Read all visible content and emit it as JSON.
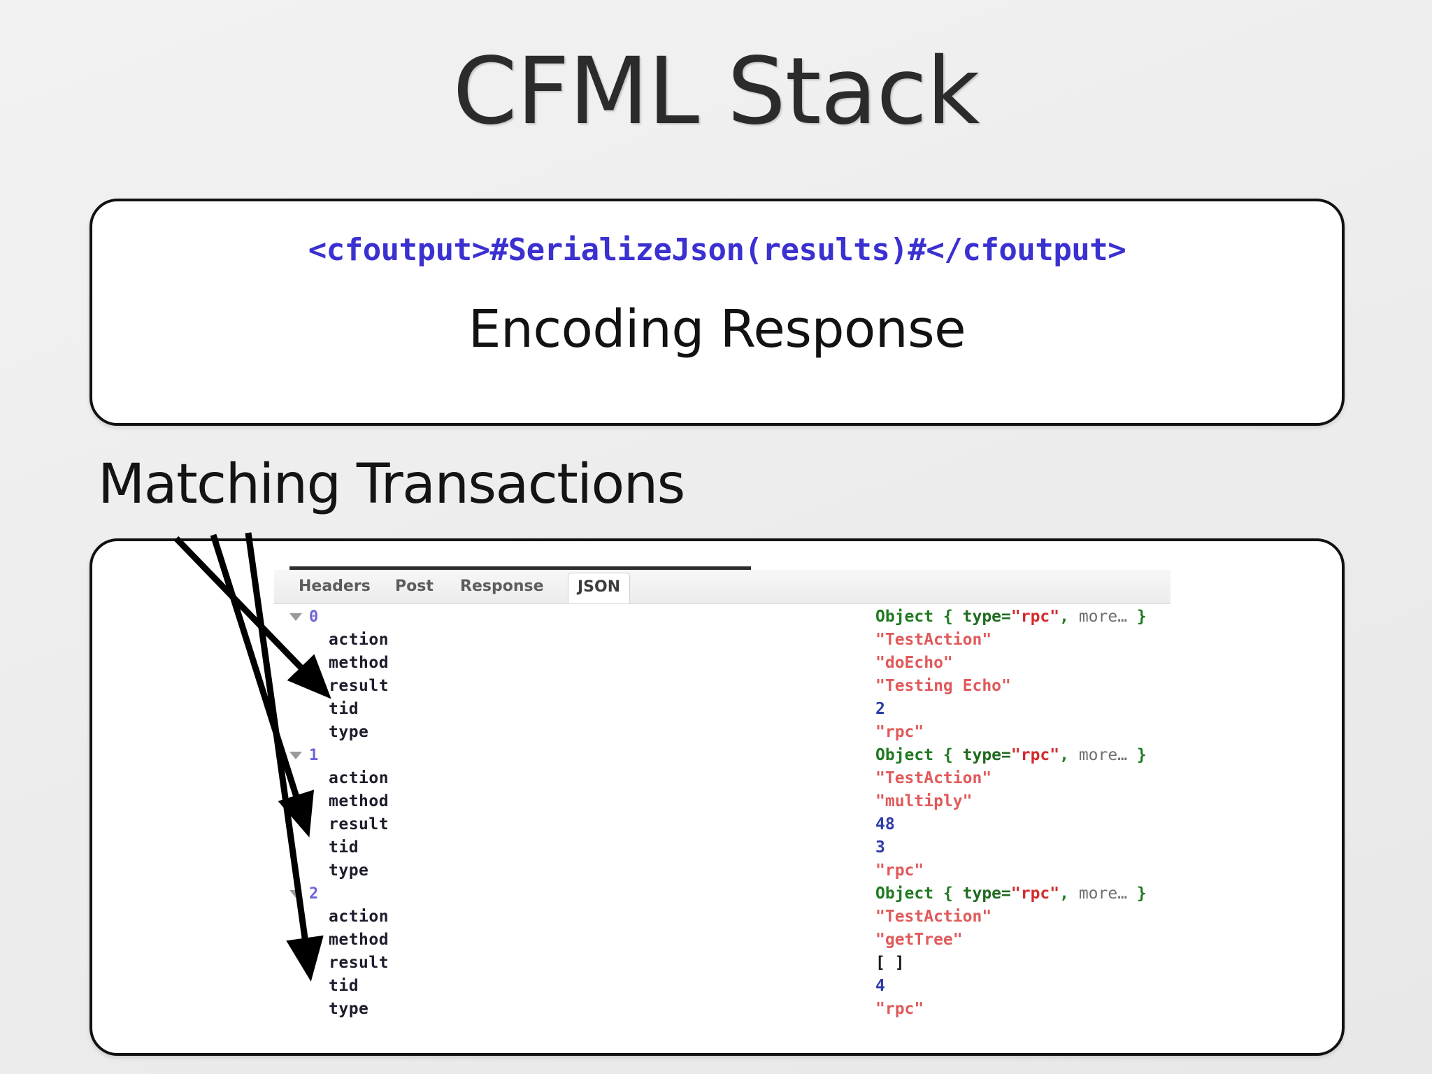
{
  "slide": {
    "title": "CFML Stack",
    "background_color": "#efefef"
  },
  "code_panel": {
    "code": "<cfoutput>#SerializeJson(results)#</cfoutput>",
    "code_color": "#3b30d0",
    "caption": "Encoding Response"
  },
  "section_label": "Matching Transactions",
  "capture": {
    "tabs": [
      {
        "label": "Headers",
        "active": false
      },
      {
        "label": "Post",
        "active": false
      },
      {
        "label": "Response",
        "active": false
      },
      {
        "label": "JSON",
        "active": true
      }
    ],
    "json_tree": [
      {
        "index": "0",
        "value": {
          "kind": "object",
          "prefix": "Object {",
          "key": "type=",
          "string": "\"rpc\"",
          "comma": ",",
          "more": "more…",
          "suffix": "}"
        },
        "rows": [
          {
            "key": "action",
            "value": "\"TestAction\"",
            "kind": "string"
          },
          {
            "key": "method",
            "value": "\"doEcho\"",
            "kind": "string"
          },
          {
            "key": "result",
            "value": "\"Testing Echo\"",
            "kind": "string"
          },
          {
            "key": "tid",
            "value": "2",
            "kind": "number"
          },
          {
            "key": "type",
            "value": "\"rpc\"",
            "kind": "string"
          }
        ]
      },
      {
        "index": "1",
        "value": {
          "kind": "object",
          "prefix": "Object {",
          "key": "type=",
          "string": "\"rpc\"",
          "comma": ",",
          "more": "more…",
          "suffix": "}"
        },
        "rows": [
          {
            "key": "action",
            "value": "\"TestAction\"",
            "kind": "string"
          },
          {
            "key": "method",
            "value": "\"multiply\"",
            "kind": "string"
          },
          {
            "key": "result",
            "value": "48",
            "kind": "number"
          },
          {
            "key": "tid",
            "value": "3",
            "kind": "number"
          },
          {
            "key": "type",
            "value": "\"rpc\"",
            "kind": "string"
          }
        ]
      },
      {
        "index": "2",
        "value": {
          "kind": "object",
          "prefix": "Object {",
          "key": "type=",
          "string": "\"rpc\"",
          "comma": ",",
          "more": "more…",
          "suffix": "}"
        },
        "rows": [
          {
            "key": "action",
            "value": "\"TestAction\"",
            "kind": "string"
          },
          {
            "key": "method",
            "value": "\"getTree\"",
            "kind": "string"
          },
          {
            "key": "result",
            "value": "[ ]",
            "kind": "array"
          },
          {
            "key": "tid",
            "value": "4",
            "kind": "number"
          },
          {
            "key": "type",
            "value": "\"rpc\"",
            "kind": "string"
          }
        ]
      }
    ]
  },
  "annotations": {
    "arrow_color": "#000000",
    "arrow_count": 3,
    "arrow_targets": [
      "result",
      "result",
      "result"
    ]
  }
}
